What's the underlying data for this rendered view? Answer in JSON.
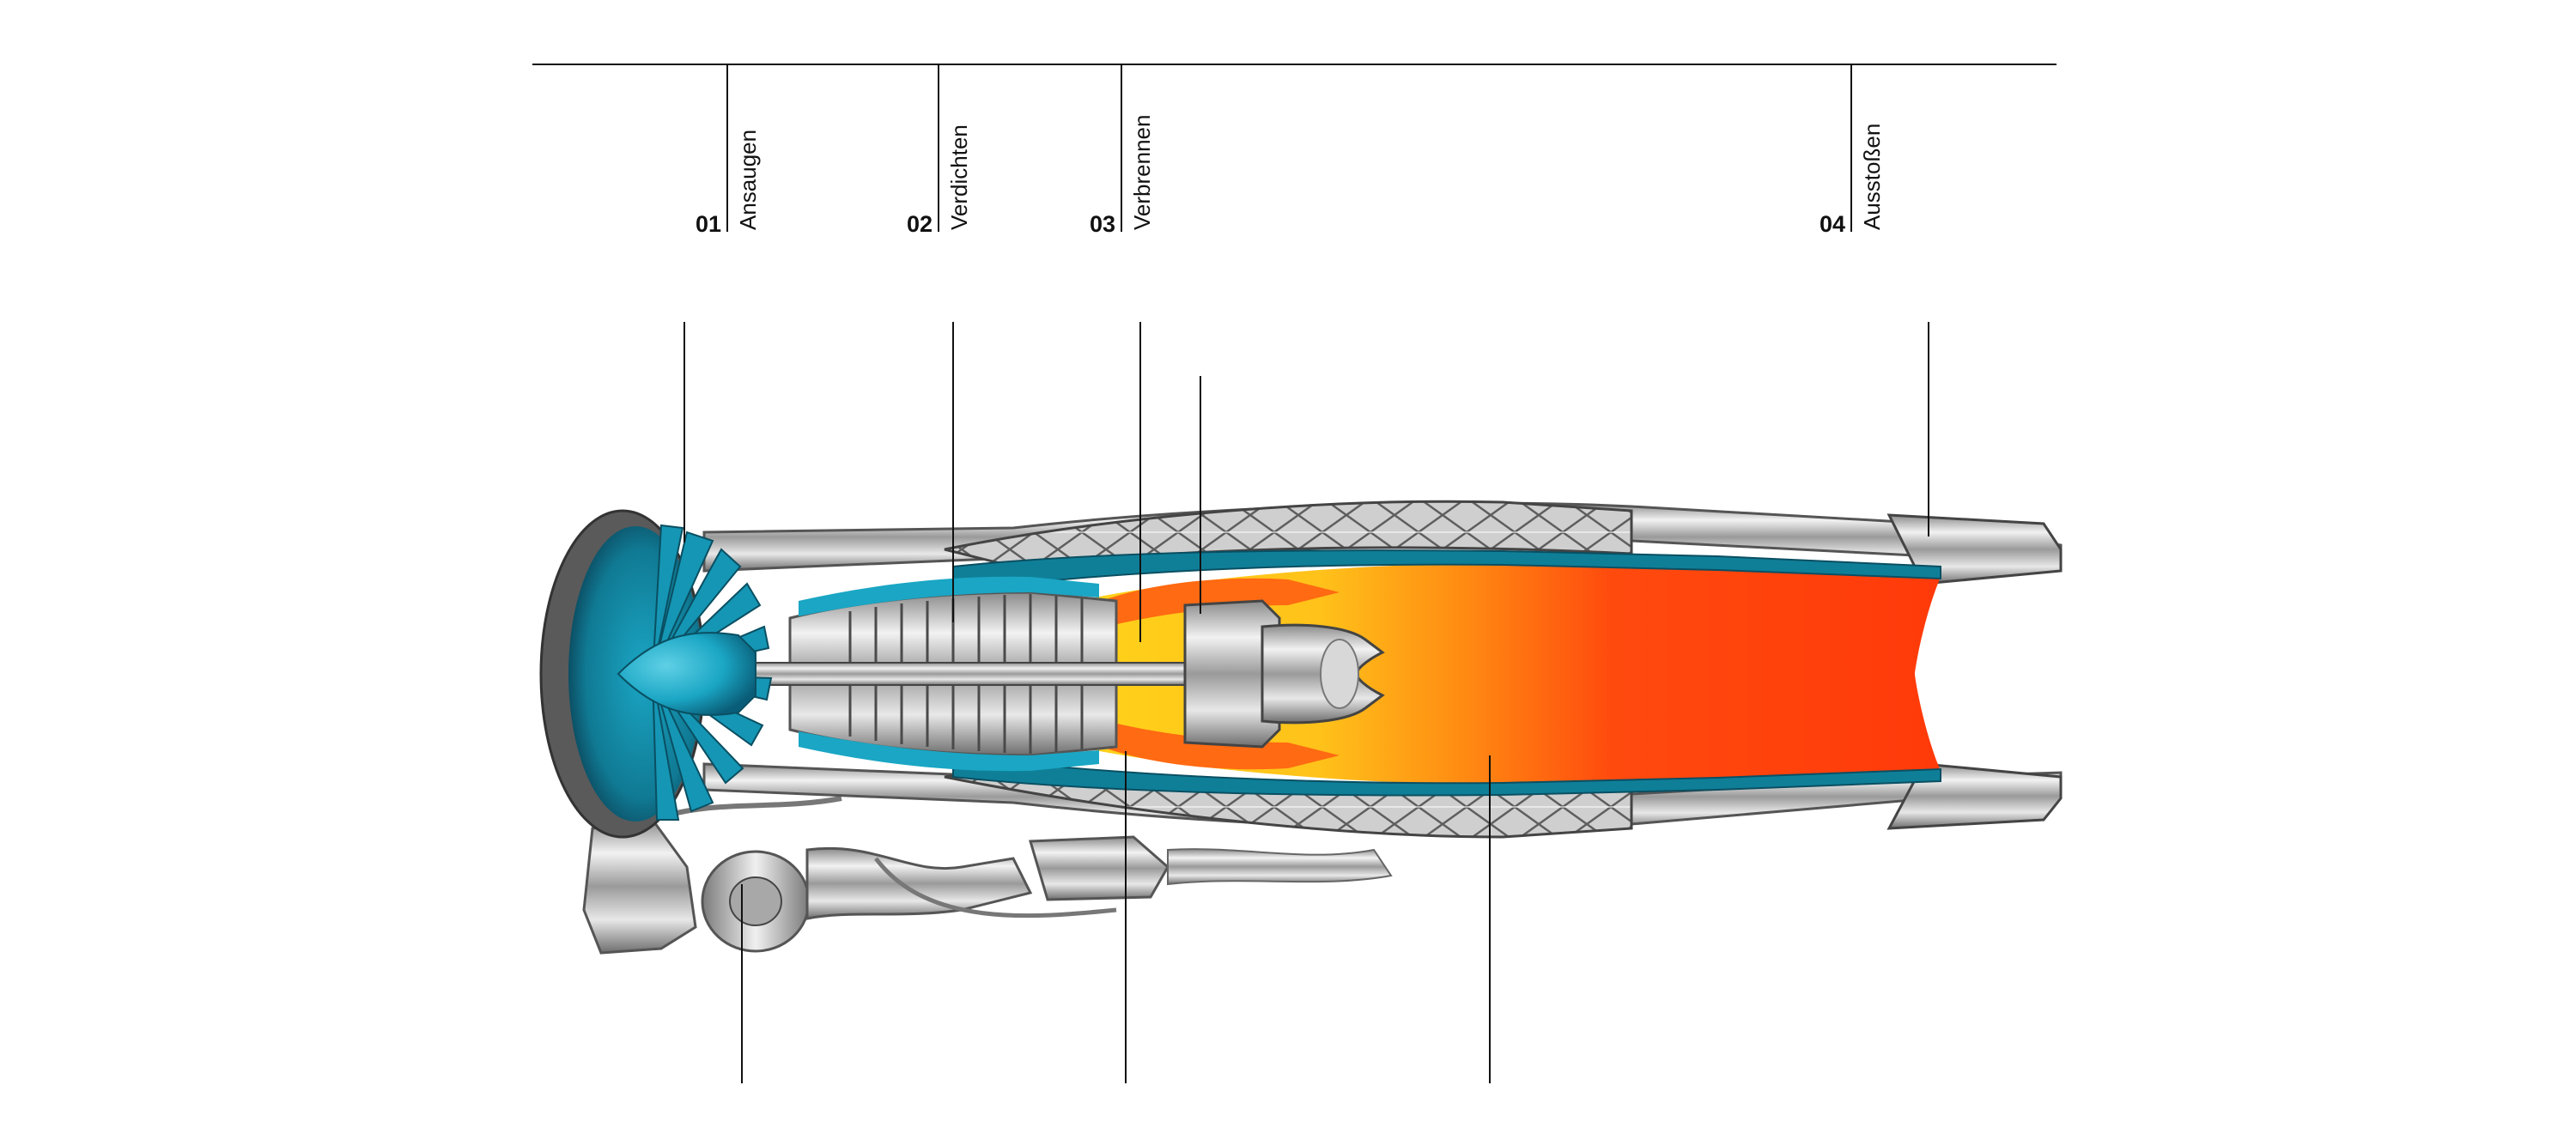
{
  "stages": [
    {
      "number": "01",
      "label": "Ansaugen"
    },
    {
      "number": "02",
      "label": "Verdichten"
    },
    {
      "number": "03",
      "label": "Verbrennen"
    },
    {
      "number": "04",
      "label": "Ausstoßen"
    }
  ],
  "colors": {
    "cold_air": "#1aa6c4",
    "cold_air_dark": "#0a5d78",
    "combustion_yellow": "#ffd21a",
    "combustion_orange": "#ff7a12",
    "exhaust_red": "#ff3a0a",
    "metal_light": "#e6e6e6",
    "metal_dark": "#6a6a6a",
    "line": "#111111"
  }
}
